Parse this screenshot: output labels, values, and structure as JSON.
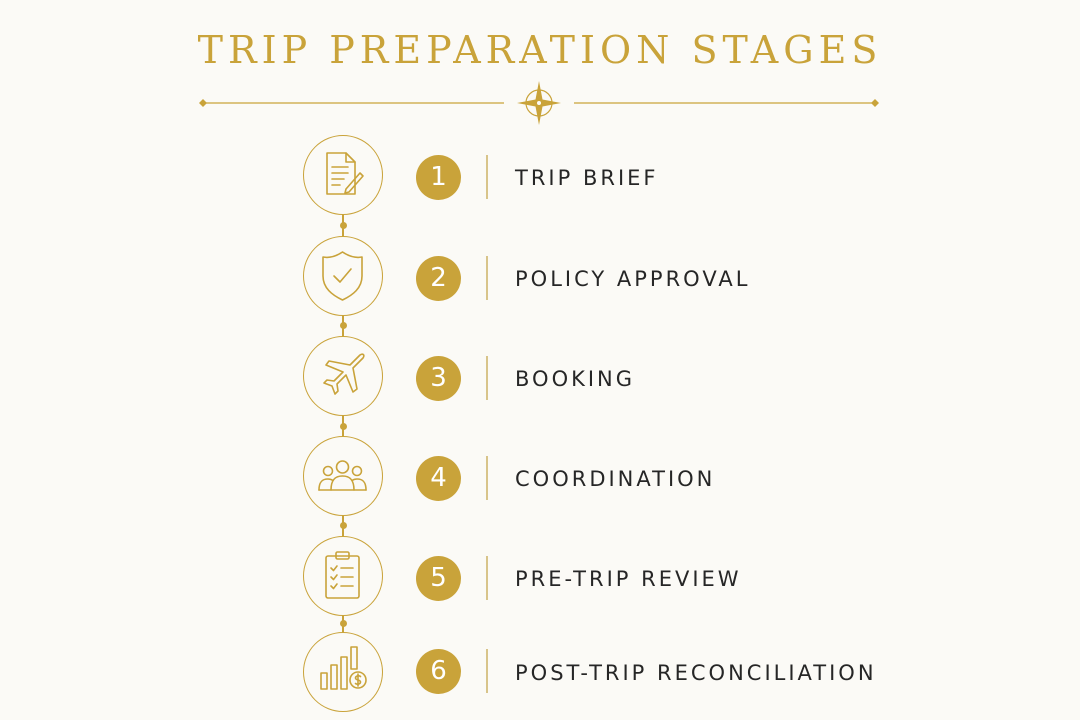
{
  "title": "TRIP PREPARATION STAGES",
  "accent_color": "#c9a33a",
  "text_color": "#262626",
  "divider_icon": "compass-star-icon",
  "steps": [
    {
      "number": "1",
      "label": "TRIP BRIEF",
      "icon": "document-pen-icon"
    },
    {
      "number": "2",
      "label": "POLICY APPROVAL",
      "icon": "shield-check-icon"
    },
    {
      "number": "3",
      "label": "BOOKING",
      "icon": "airplane-icon"
    },
    {
      "number": "4",
      "label": "COORDINATION",
      "icon": "group-people-icon"
    },
    {
      "number": "5",
      "label": "PRE-TRIP REVIEW",
      "icon": "clipboard-checklist-icon"
    },
    {
      "number": "6",
      "label": "POST-TRIP RECONCILIATION",
      "icon": "bar-chart-dollar-icon"
    }
  ]
}
